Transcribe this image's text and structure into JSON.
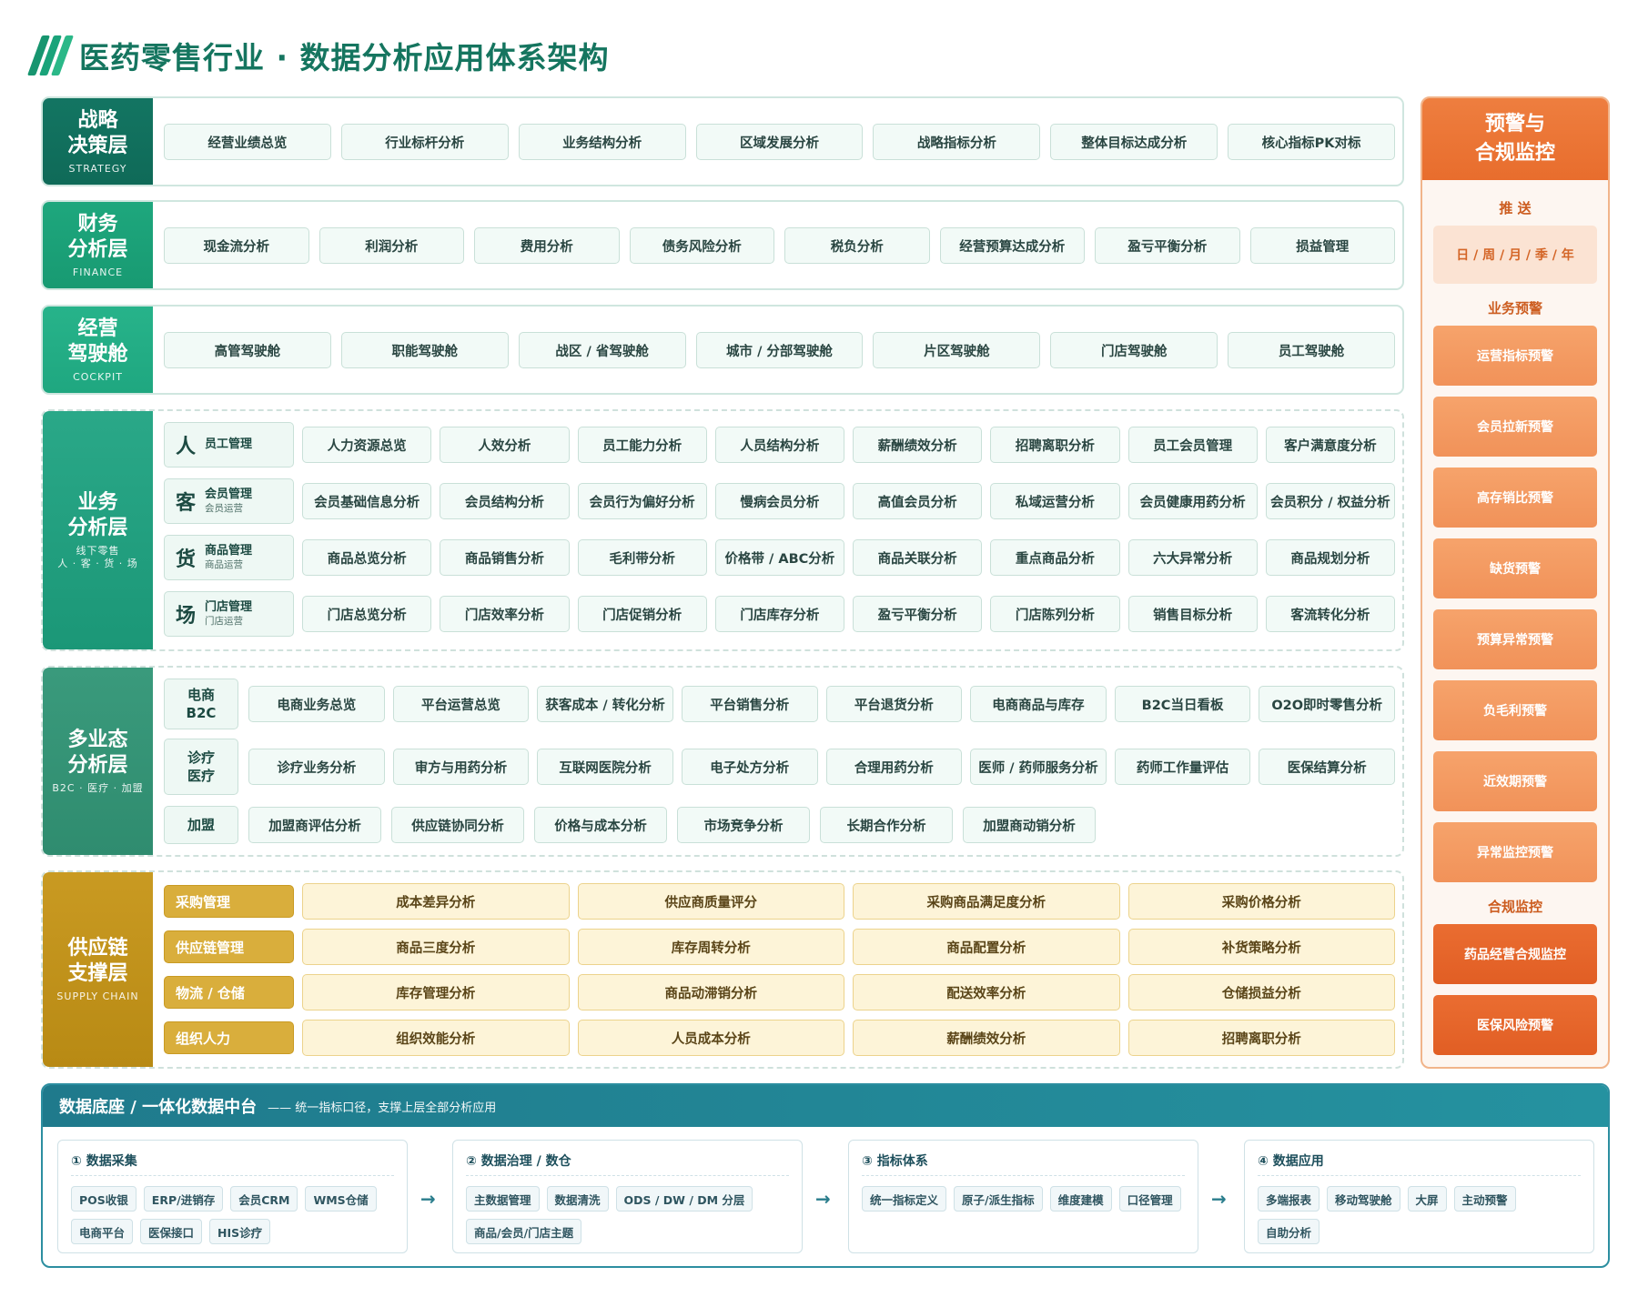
{
  "title": "医药零售行业 · 数据分析应用体系架构",
  "colors": {
    "green": "#17956f",
    "orange": "#e86d2d",
    "gold": "#c99a22",
    "teal": "#1f7a8c"
  },
  "strategy": {
    "title": "战略\n决策层",
    "sub": "STRATEGY",
    "items": [
      "经营业绩总览",
      "行业标杆分析",
      "业务结构分析",
      "区域发展分析",
      "战略指标分析",
      "整体目标达成分析",
      "核心指标PK对标"
    ]
  },
  "finance": {
    "title": "财务\n分析层",
    "sub": "FINANCE",
    "items": [
      "现金流分析",
      "利润分析",
      "费用分析",
      "债务风险分析",
      "税负分析",
      "经营预算达成分析",
      "盈亏平衡分析",
      "损益管理"
    ]
  },
  "cockpit": {
    "title": "经营\n驾驶舱",
    "sub": "COCKPIT",
    "items": [
      "高管驾驶舱",
      "职能驾驶舱",
      "战区 / 省驾驶舱",
      "城市 / 分部驾驶舱",
      "片区驾驶舱",
      "门店驾驶舱",
      "员工驾驶舱"
    ]
  },
  "business": {
    "title": "业务\n分析层",
    "sub": "线下零售\n人 · 客 · 货 · 场",
    "rows": [
      {
        "big": "人",
        "main": "员工管理",
        "sub": "",
        "items": [
          "人力资源总览",
          "人效分析",
          "员工能力分析",
          "人员结构分析",
          "薪酬绩效分析",
          "招聘离职分析",
          "员工会员管理",
          "客户满意度分析"
        ]
      },
      {
        "big": "客",
        "main": "会员管理",
        "sub": "会员运营",
        "items": [
          "会员基础信息分析",
          "会员结构分析",
          "会员行为偏好分析",
          "慢病会员分析",
          "高值会员分析",
          "私域运营分析",
          "会员健康用药分析",
          "会员积分 / 权益分析"
        ]
      },
      {
        "big": "货",
        "main": "商品管理",
        "sub": "商品运营",
        "items": [
          "商品总览分析",
          "商品销售分析",
          "毛利带分析",
          "价格带 / ABC分析",
          "商品关联分析",
          "重点商品分析",
          "六大异常分析",
          "商品规划分析"
        ]
      },
      {
        "big": "场",
        "main": "门店管理",
        "sub": "门店运营",
        "items": [
          "门店总览分析",
          "门店效率分析",
          "门店促销分析",
          "门店库存分析",
          "盈亏平衡分析",
          "门店陈列分析",
          "销售目标分析",
          "客流转化分析"
        ]
      }
    ]
  },
  "multi": {
    "title": "多业态\n分析层",
    "sub": "B2C · 医疗 · 加盟",
    "rows": [
      {
        "cat": "电商\nB2C",
        "items": [
          "电商业务总览",
          "平台运营总览",
          "获客成本 / 转化分析",
          "平台销售分析",
          "平台退货分析",
          "电商商品与库存",
          "B2C当日看板",
          "O2O即时零售分析"
        ]
      },
      {
        "cat": "诊疗\n医疗",
        "items": [
          "诊疗业务分析",
          "审方与用药分析",
          "互联网医院分析",
          "电子处方分析",
          "合理用药分析",
          "医师 / 药师服务分析",
          "药师工作量评估",
          "医保结算分析"
        ]
      },
      {
        "cat": "加盟",
        "items": [
          "加盟商评估分析",
          "供应链协同分析",
          "价格与成本分析",
          "市场竞争分析",
          "长期合作分析",
          "加盟商动销分析"
        ]
      }
    ]
  },
  "supply": {
    "title": "供应链\n支撑层",
    "sub": "SUPPLY CHAIN",
    "rows": [
      {
        "cat": "采购管理",
        "items": [
          "成本差异分析",
          "供应商质量评分",
          "采购商品满足度分析",
          "采购价格分析"
        ]
      },
      {
        "cat": "供应链管理",
        "items": [
          "商品三度分析",
          "库存周转分析",
          "商品配置分析",
          "补货策略分析"
        ]
      },
      {
        "cat": "物流 / 仓储",
        "items": [
          "库存管理分析",
          "商品动滞销分析",
          "配送效率分析",
          "仓储损益分析"
        ]
      },
      {
        "cat": "组织人力",
        "items": [
          "组织效能分析",
          "人员成本分析",
          "薪酬绩效分析",
          "招聘离职分析"
        ]
      }
    ]
  },
  "alert": {
    "title": "预警与\n合规监控",
    "push_label": "推 送",
    "push_value": "日 / 周 / 月 / 季 / 年",
    "biz_label": "业务预警",
    "biz": [
      "运营指标预警",
      "会员拉新预警",
      "高存销比预警",
      "缺货预警",
      "预算异常预警",
      "负毛利预警",
      "近效期预警",
      "异常监控预警"
    ],
    "compliance_label": "合规监控",
    "compliance": [
      "药品经营合规监控",
      "医保风险预警"
    ]
  },
  "base": {
    "title": "数据底座 / 一体化数据中台",
    "subtitle": "—— 统一指标口径，支撑上层全部分析应用",
    "boxes": [
      {
        "title": "① 数据采集",
        "chips": [
          "POS收银",
          "ERP/进销存",
          "会员CRM",
          "WMS仓储",
          "电商平台",
          "医保接口",
          "HIS诊疗"
        ]
      },
      {
        "title": "② 数据治理 / 数仓",
        "chips": [
          "主数据管理",
          "数据清洗",
          "ODS / DW / DM 分层",
          "商品/会员/门店主题"
        ]
      },
      {
        "title": "③ 指标体系",
        "chips": [
          "统一指标定义",
          "原子/派生指标",
          "维度建模",
          "口径管理"
        ]
      },
      {
        "title": "④ 数据应用",
        "chips": [
          "多端报表",
          "移动驾驶舱",
          "大屏",
          "主动预警",
          "自助分析"
        ]
      }
    ],
    "arrow": "→"
  }
}
